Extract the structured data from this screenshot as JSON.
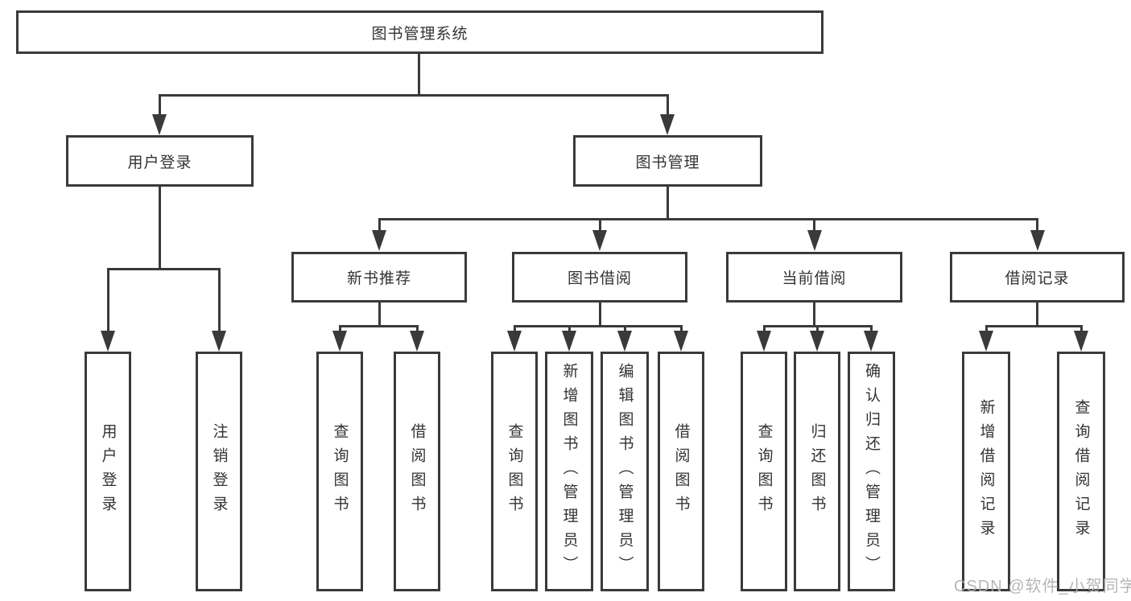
{
  "tree": {
    "label": "图书管理系统",
    "children": [
      {
        "label": "用户登录",
        "children": [
          {
            "label": "用户登录"
          },
          {
            "label": "注销登录"
          }
        ]
      },
      {
        "label": "图书管理",
        "children": [
          {
            "label": "新书推荐",
            "children": [
              {
                "label": "查询图书"
              },
              {
                "label": "借阅图书"
              }
            ]
          },
          {
            "label": "图书借阅",
            "children": [
              {
                "label": "查询图书"
              },
              {
                "label": "新增图书（管理员）"
              },
              {
                "label": "编辑图书（管理员）"
              },
              {
                "label": "借阅图书"
              }
            ]
          },
          {
            "label": "当前借阅",
            "children": [
              {
                "label": "查询图书"
              },
              {
                "label": "归还图书"
              },
              {
                "label": "确认归还（管理员）"
              }
            ]
          },
          {
            "label": "借阅记录",
            "children": [
              {
                "label": "新增借阅记录"
              },
              {
                "label": "查询借阅记录"
              }
            ]
          }
        ]
      }
    ]
  },
  "watermark": {
    "text": "CSDN @软件_小贺同学"
  },
  "icons": {
    "arrowhead": "solid-down-triangle"
  },
  "colors": {
    "line": "#3a3a3a",
    "text": "#333333",
    "background": "#ffffff",
    "watermark": "#b0b0b0"
  }
}
